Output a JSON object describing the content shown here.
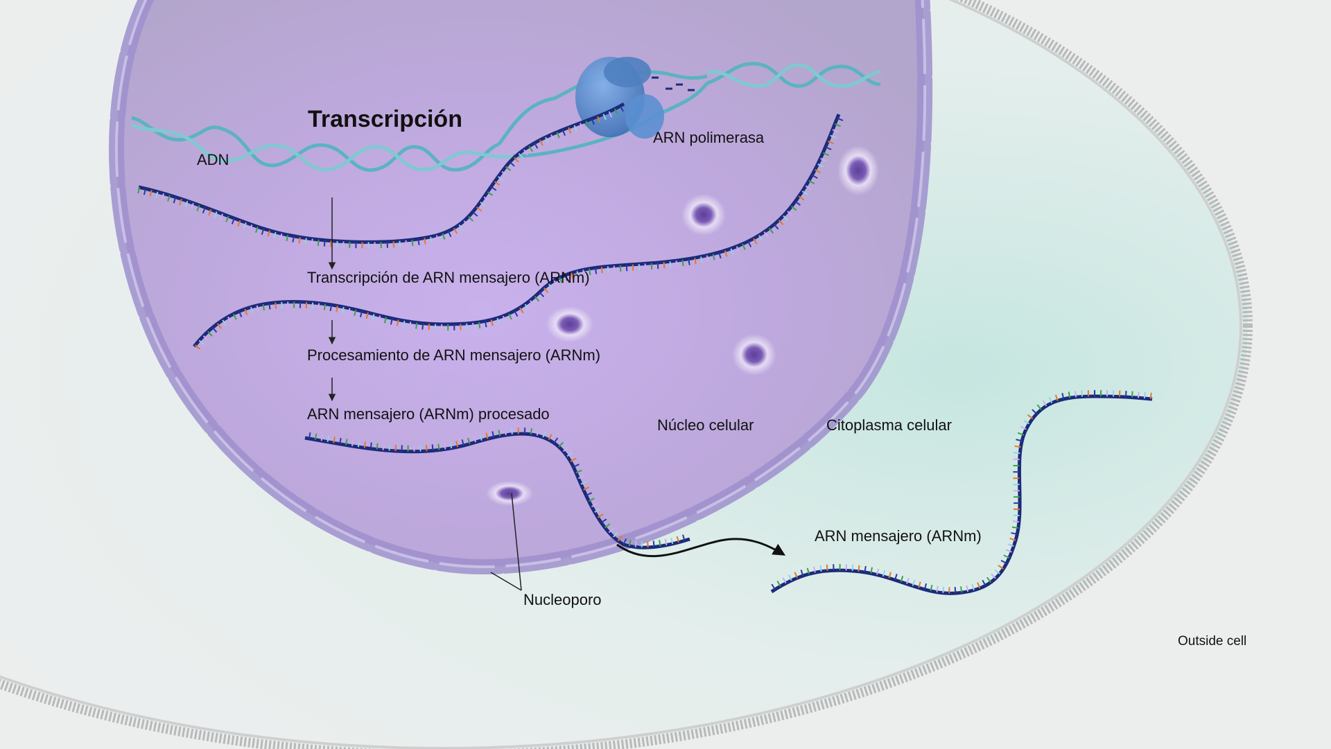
{
  "title": "Transcripción",
  "labels": {
    "dna": "ADN",
    "rna_polymerase": "ARN polimerasa",
    "step_1": "Transcripción de ARN mensajero (ARNm)",
    "step_2": "Procesamiento de ARN mensajero (ARNm)",
    "step_3": "ARN mensajero (ARNm) procesado",
    "nucleus": "Núcleo celular",
    "cytoplasm": "Citoplasma celular",
    "mrna": "ARN mensajero (ARNm)",
    "nuclear_pore": "Nucleoporo",
    "outside": "Outside cell"
  },
  "colors": {
    "nucleus_fill": "#c8b2e6",
    "membrane": "#a59ad0",
    "cytoplasm": "#e3eeec",
    "dna_strand": "#5bb3c1",
    "rna_strand": "#1c2a7a",
    "polymerase": "#5a8fd0",
    "base_colors": [
      "#3aa24a",
      "#e07a2c",
      "#c8aef0",
      "#2a3a9a",
      "#9ad0e0"
    ]
  }
}
